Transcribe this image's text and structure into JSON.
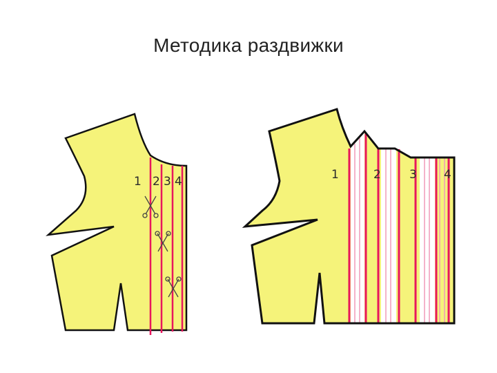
{
  "title": "Методика раздвижки",
  "colors": {
    "piece_fill": "#f5f37a",
    "outline": "#111111",
    "slash_line": "#e8175d",
    "spread_line": "#f19ab8",
    "background": "#ffffff"
  },
  "before": {
    "labels": [
      "1",
      "2",
      "3",
      "4"
    ],
    "scissors_icons": 3
  },
  "after": {
    "labels": [
      "1",
      "2",
      "3",
      "4"
    ]
  }
}
